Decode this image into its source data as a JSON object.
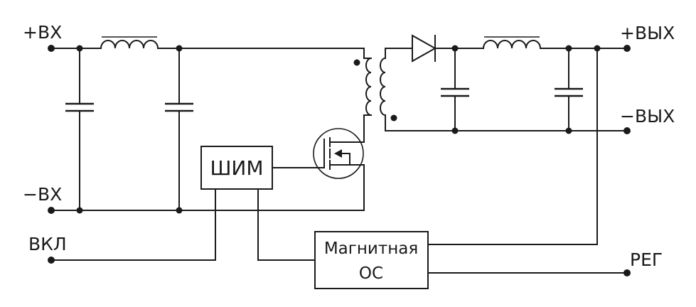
{
  "terminals": {
    "in_plus": "+ВХ",
    "in_minus": "−ВХ",
    "enable": "ВКЛ",
    "out_plus": "+ВЫХ",
    "out_minus": "−ВЫХ",
    "reg": "РЕГ"
  },
  "blocks": {
    "pwm": "ШИМ",
    "feedback_line1": "Магнитная",
    "feedback_line2": "ОС"
  }
}
